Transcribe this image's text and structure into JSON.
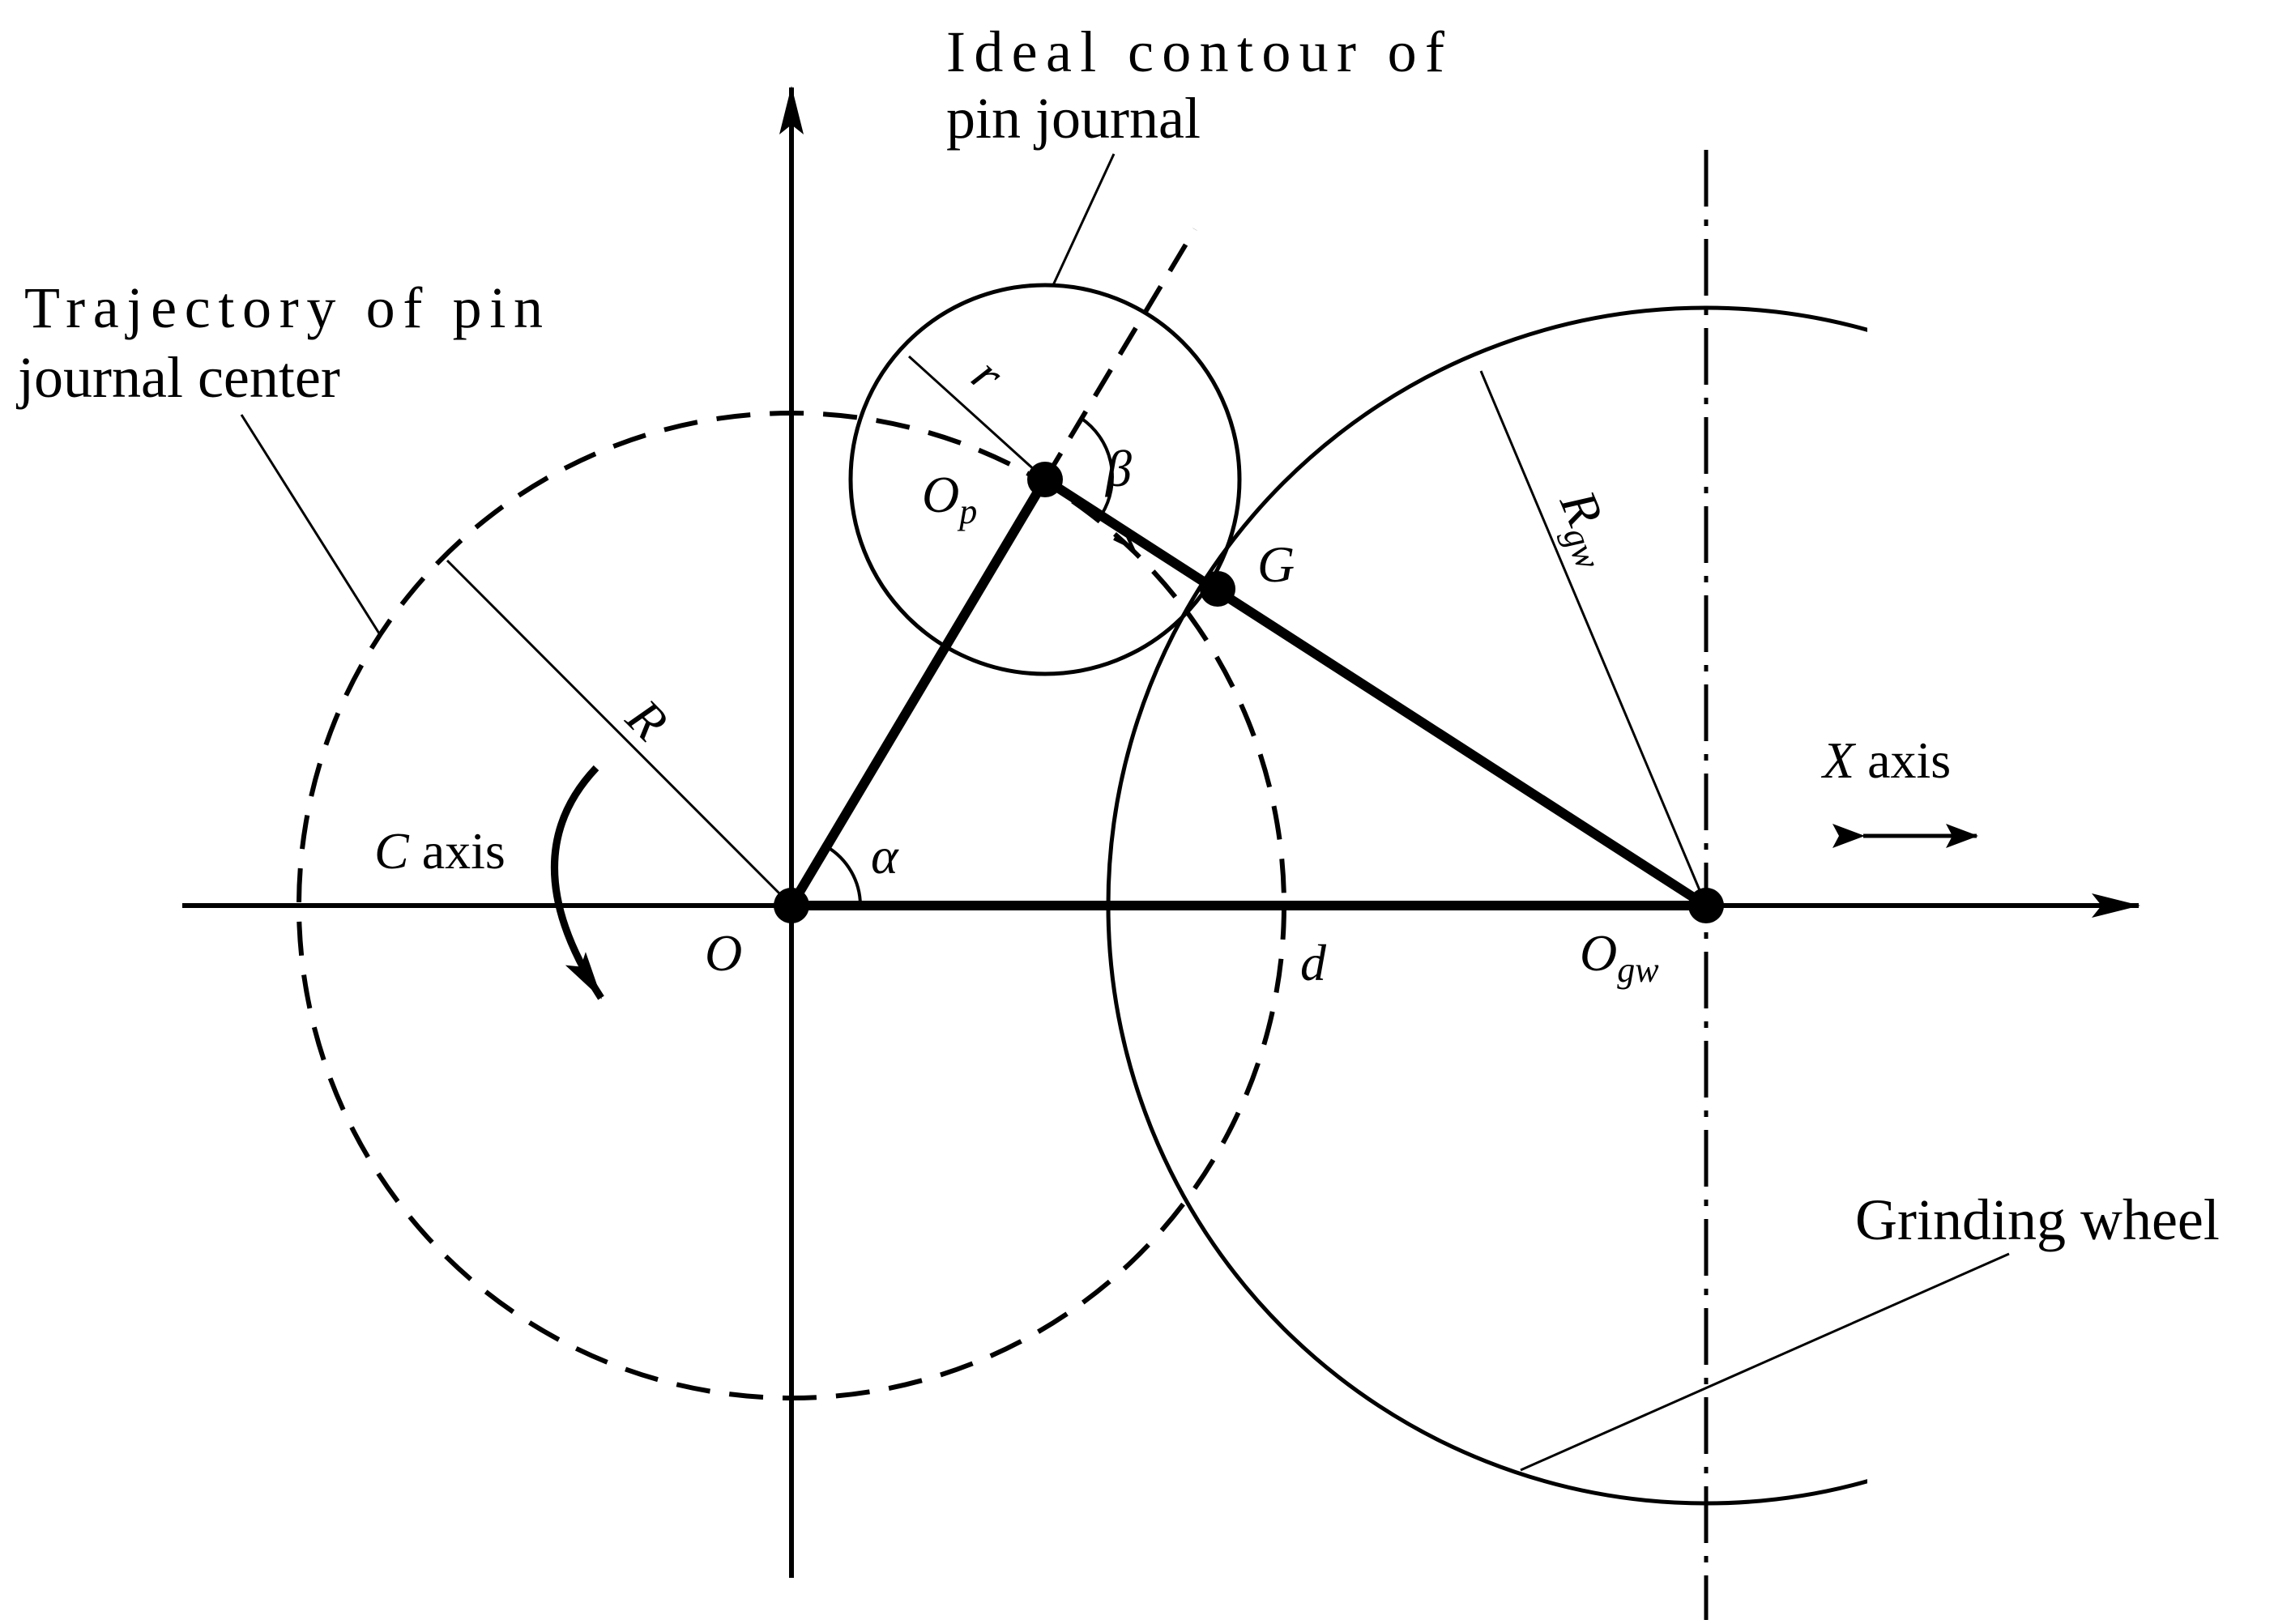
{
  "callouts": {
    "ideal_contour_line1": "Ideal contour of",
    "ideal_contour_line2": "pin journal",
    "trajectory_line1": "Trajectory of pin",
    "trajectory_line2": "journal center",
    "grinding_wheel": "Grinding wheel"
  },
  "symbols": {
    "O": "O",
    "Op_main": "O",
    "Op_sub": "p",
    "G": "G",
    "d": "d",
    "Ogw_main": "O",
    "Ogw_sub": "gw",
    "R": "R",
    "r": "r",
    "Rgw_main": "R",
    "Rgw_sub": "gw",
    "alpha": "α",
    "beta": "β"
  },
  "axes": {
    "c_axis_symbol": "C",
    "c_axis_word": " axis",
    "x_axis_symbol": "X",
    "x_axis_word": " axis"
  }
}
